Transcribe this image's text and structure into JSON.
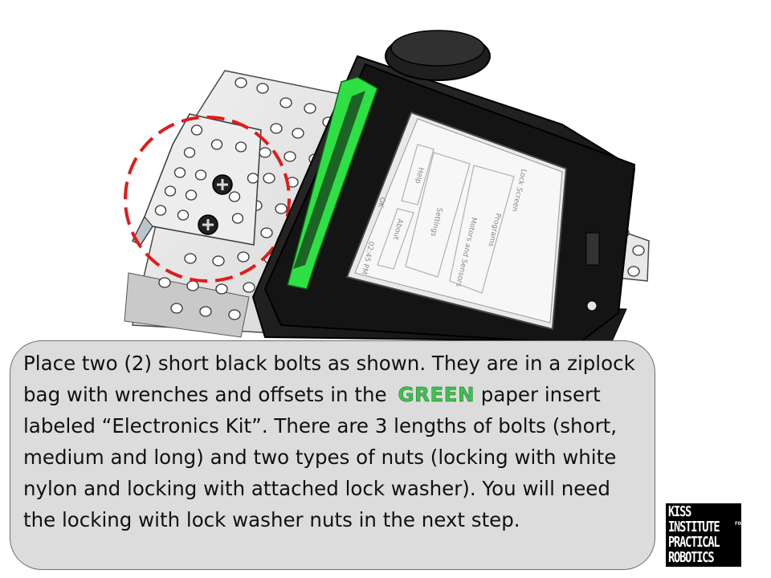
{
  "slide": {
    "instruction_before_green": "Place two (2) short black bolts as shown. They are in a ziplock bag with wrenches and offsets in the",
    "green_word": "GREEN",
    "instruction_after_green": " paper insert labeled “Electronics Kit”.  There are 3 lengths of bolts (short, medium and long) and two types of nuts (locking with white nylon and locking with attached lock washer). You will need the locking with lock washer nuts in the next step."
  },
  "logo": {
    "line1": "KISS",
    "line2": "INSTITUTE",
    "line2_sup": "FOR",
    "line3": "PRACTICAL",
    "line4": "ROBOTICS"
  },
  "controller_screen": {
    "menu_items": [
      "Programs",
      "Motors and Sensors",
      "Settings",
      "About",
      "Help",
      "Lock Screen",
      "OK"
    ],
    "clock": "02:45 PM"
  },
  "colors": {
    "highlight_circle": "#e11b1b",
    "accent_green": "#3ec151",
    "callout_fill": "#dcdcdc"
  }
}
